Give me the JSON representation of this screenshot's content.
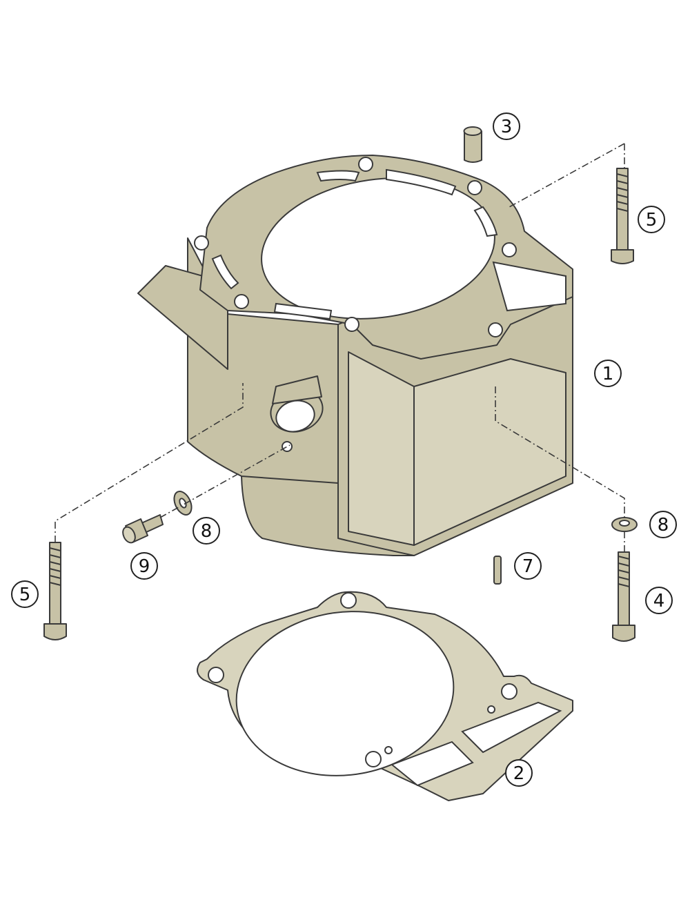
{
  "diagram": {
    "callouts": [
      {
        "id": "c1",
        "label": "1"
      },
      {
        "id": "c2",
        "label": "2"
      },
      {
        "id": "c3",
        "label": "3"
      },
      {
        "id": "c4",
        "label": "4"
      },
      {
        "id": "c5a",
        "label": "5"
      },
      {
        "id": "c5b",
        "label": "5"
      },
      {
        "id": "c7",
        "label": "7"
      },
      {
        "id": "c8a",
        "label": "8"
      },
      {
        "id": "c8b",
        "label": "8"
      },
      {
        "id": "c9",
        "label": "9"
      }
    ],
    "colors": {
      "part_fill": "#c7c2a6",
      "outline": "#3a3a3a",
      "background": "#ffffff"
    }
  }
}
